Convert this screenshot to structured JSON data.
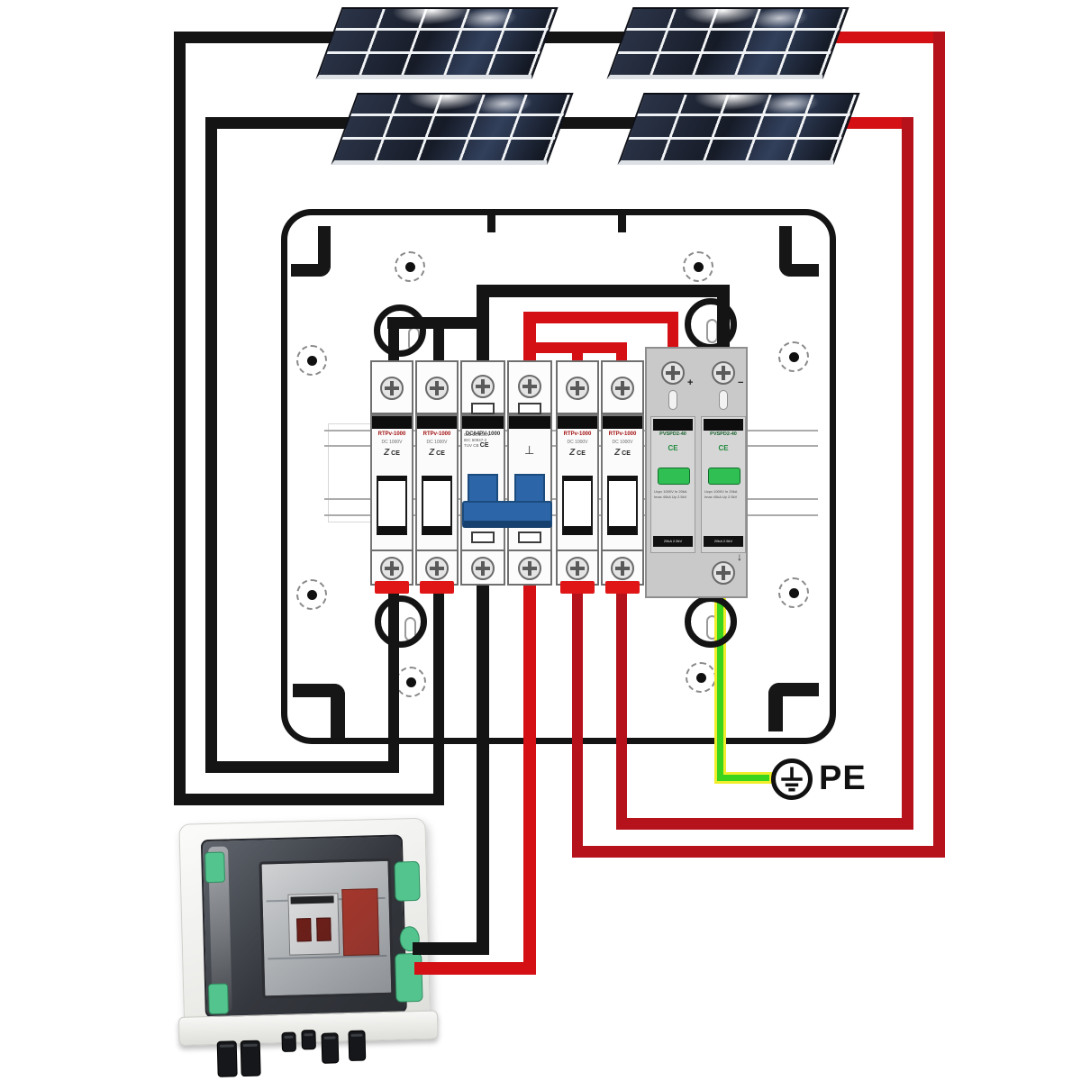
{
  "colors": {
    "wire_black": "#141414",
    "wire_red": "#d41014",
    "wire_red_dark": "#b5121b",
    "wire_green": "#3bd41c",
    "wire_yellow": "#f0ee2c",
    "toggle_blue": "#2d66a8",
    "spd_gray": "#c9c9c9",
    "spd_green_window": "#2fbf52",
    "fuse_cap_red": "#e01616",
    "box_green": "#54c48e"
  },
  "ground": {
    "pe_label": "PE"
  },
  "solar_array": {
    "panel_count": 4,
    "rows": 2,
    "columns": 2,
    "string_count": 2
  },
  "din_devices": {
    "fuse": {
      "count": 4,
      "model": "RTPv-1000",
      "rating": "DC 1000V",
      "z_mark": "Z",
      "ce": "CE"
    },
    "breaker": {
      "poles": 2,
      "model": "DC64PV-1000",
      "line1": "C32  DC1000V",
      "line2": "IEC 60947-2",
      "line3": "TUV  CB",
      "ce": "CE",
      "symbol": "⊥"
    },
    "spd": {
      "poles": 2,
      "model": "PVSPD2-40",
      "ce": "CE",
      "spec1": "Ucpv 1000V  In 20kA",
      "spec2": "Imax 40kA  Up 2.5kV",
      "strip_text": "20kA 2.5kV",
      "plus": "+",
      "minus": "−",
      "ground_arrow": "↓"
    }
  }
}
